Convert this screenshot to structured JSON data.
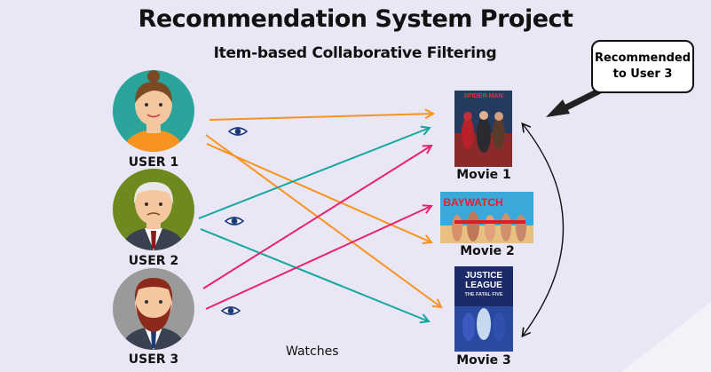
{
  "title": "Recommendation System Project",
  "subtitle": "Item-based Collaborative Filtering",
  "users": [
    {
      "label": "USER 1"
    },
    {
      "label": "USER 2"
    },
    {
      "label": "USER 3"
    }
  ],
  "movies": [
    {
      "label": "Movie 1",
      "poster_text": "SPIDER-MAN"
    },
    {
      "label": "Movie 2",
      "poster_text": "BAYWATCH"
    },
    {
      "label": "Movie 3",
      "poster_text_line1": "JUSTICE",
      "poster_text_line2": "LEAGUE",
      "poster_text_line3": "THE FATAL FIVE"
    }
  ],
  "relation_label": "Watches",
  "callout": {
    "line1": "Recommended",
    "line2": "to User 3"
  },
  "colors": {
    "background": "#e9e6f5",
    "orange_edge": "#f7931e",
    "teal_edge": "#13a89e",
    "pink_edge": "#e8246f",
    "user1_circle": "#2ba59b",
    "user2_circle": "#6e8a1e",
    "user3_circle": "#9a9a9a"
  },
  "icons": [
    "eye-icon",
    "bold-arrow-icon",
    "curved-double-arrow-icon"
  ]
}
